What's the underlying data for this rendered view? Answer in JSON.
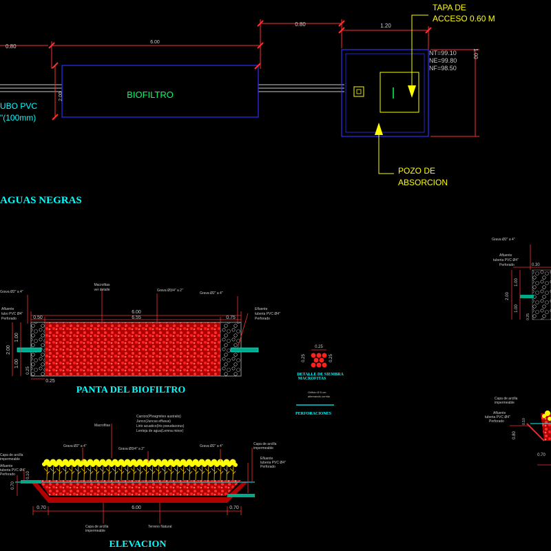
{
  "top": {
    "dim_080_left": "0.80",
    "dim_600": "6.00",
    "dim_080_mid": "0.80",
    "dim_120": "1.20",
    "dim_200": "2.00",
    "dim_100": "1.00",
    "biofiltro": "BIOFILTRO",
    "tubo_line1": "UBO PVC",
    "tubo_line2": "\"(100mm)",
    "tapa_line1": "TAPA DE",
    "tapa_line2": "ACCESO 0.60 M",
    "nt": "NT=99.10",
    "ne": "NE=99.80",
    "nf": "NF=98.50",
    "pozo_line1": "POZO DE",
    "pozo_line2": "ABSORCION",
    "aguas_negras": "AGUAS  NEGRAS"
  },
  "planta": {
    "title": "PANTA DEL BIOFILTRO",
    "macrofitas": "Macrofitas",
    "macrofitas2": "ver detalle",
    "grava_left": "Grava Ø2\" a 4\"",
    "grava_mid": "Grava Ø3/4\" a 2\"",
    "grava_right": "Grava Ø2\" a 4\"",
    "afluente": "Afluente",
    "afluente2": "tubo PVC Ø4\"",
    "afluente3": "Perforado",
    "efluente": "Efluente",
    "efluente2": "tuberia PVC Ø4\"",
    "efluente3": "Perforado",
    "d_600": "6.00",
    "d_655": "6.55",
    "d_050": "0.50",
    "d_075": "0.75",
    "d_100a": "1.00",
    "d_100b": "1.00",
    "d_200": "2.00",
    "d_025a": "0.25",
    "d_025b": "0.25"
  },
  "detalle": {
    "d_025a": "0.25",
    "d_025b": "0.25",
    "d_025c": "0.25",
    "title": "DETALLE DE SIEMBRA",
    "title2": "MACROFITAS",
    "perf_note": "Orificio Ø 5 cm",
    "perf_note2": "alternando corrido",
    "perf_title": "PERFORACIONES"
  },
  "elevacion": {
    "title": "ELEVACION",
    "macrofitas": "Macrofitas",
    "m1": "Carrizo(Phragmites australis)",
    "m2": "Junco(Juncus effusus)",
    "m3": "Lirio acuatico(Iris pseudacorus)",
    "m4": "Lenteja de agua(Lemna minor)",
    "grava_left": "Grava Ø2\" a 4\"",
    "grava_mid": "Grava Ø3/4\" a 2\"",
    "grava_right": "Grava Ø2\" a 4\"",
    "capa_r": "Capa de arcilla",
    "capa_r2": "impermeable",
    "efluente": "Efluente",
    "efluente2": "tuberia PVC Ø4\"",
    "efluente3": "Perforado",
    "capa_l": "Capa de arcilla",
    "capa_l2": "impermeable",
    "afl": "Afluente",
    "afl2": "tuberia PVC Ø4\"",
    "afl3": "Perforado",
    "d_600": "6.00",
    "d_070a": "0.70",
    "d_070b": "0.70",
    "d_070c": "0.70",
    "d_010": "0.10",
    "capa_b": "Capa de arcilla",
    "capa_b2": "impermeable",
    "terreno": "Terreno Natural"
  },
  "right": {
    "grava": "Grava Ø2\" a 4\"",
    "afl": "Afluente",
    "afl2": "tuberia PVC Ø4\"",
    "afl3": "Perforado",
    "d_030": "0.30",
    "d_200": "2.00",
    "d_100a": "1.00",
    "d_100b": "1.00",
    "d_025": "0.25",
    "capa": "Capa de arcilla",
    "capa2": "impermeable",
    "afl_b": "Afluente",
    "afl_b2": "tuberia PVC Ø4\"",
    "afl_b3": "Perforado",
    "d_010": "0.10",
    "d_080": "0.80",
    "d_070": "0.70"
  },
  "colors": {
    "background": "#000000",
    "cyan": "#00ffff",
    "yellow": "#ffff00",
    "red": "#ff0000",
    "blue": "#3030ff",
    "white": "#ffffff"
  }
}
